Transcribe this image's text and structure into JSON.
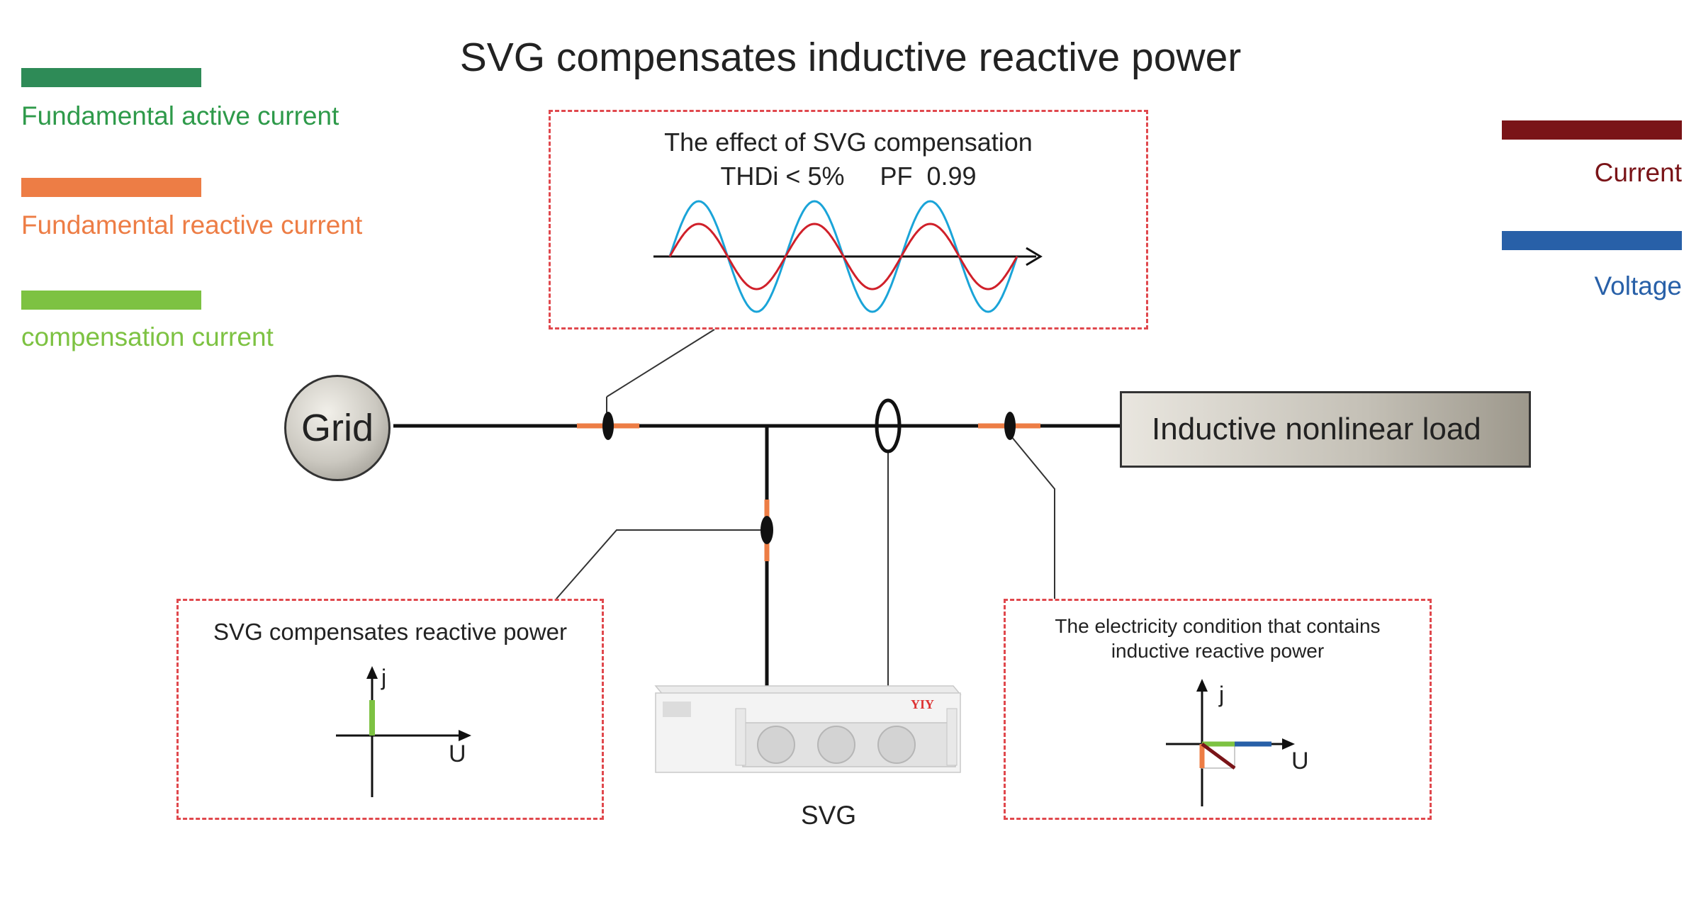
{
  "title": "SVG compensates  inductive reactive power",
  "legend_left": [
    {
      "label": "Fundamental active current",
      "color": "#2e8b57"
    },
    {
      "label": "Fundamental reactive current",
      "color": "#ed7d45"
    },
    {
      "label": "compensation current",
      "color": "#7dc242"
    }
  ],
  "legend_right": [
    {
      "label": "Current",
      "color": "#7a1418"
    },
    {
      "label": "Voltage",
      "color": "#2860a8"
    }
  ],
  "effect_box": {
    "line1": "The effect of SVG compensation",
    "line2": "THDi < 5%     PF  0.99"
  },
  "grid_label": "Grid",
  "load_label": "Inductive nonlinear load",
  "svg_compensates_box": {
    "text": "SVG compensates reactive power",
    "axis_j": "j",
    "axis_u": "U"
  },
  "condition_box": {
    "line1": "The electricity condition that contains",
    "line2": "inductive reactive power",
    "axis_j": "j",
    "axis_u": "U"
  },
  "device": {
    "brand": "YIY",
    "caption": "SVG"
  }
}
